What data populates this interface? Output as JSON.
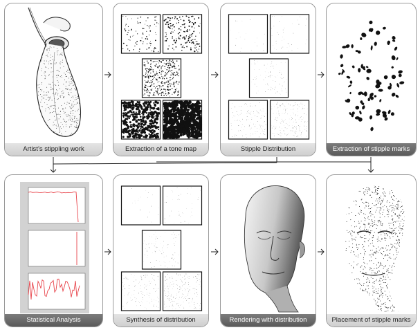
{
  "panels": {
    "artist_stippling": {
      "caption": "Artist’s stippling work",
      "style": "light"
    },
    "tone_map": {
      "caption": "Extraction of a tone map",
      "style": "light"
    },
    "stipple_distribution": {
      "caption": "Stipple Distribution",
      "style": "light"
    },
    "stipple_marks": {
      "caption": "Extraction of stipple marks",
      "style": "dark"
    },
    "statistical_analysis": {
      "caption": "Statistical Analysis",
      "style": "dark"
    },
    "synthesis": {
      "caption": "Synthesis of distribution",
      "style": "light"
    },
    "rendering": {
      "caption": "Rendering with distribution",
      "style": "dark"
    },
    "placement": {
      "caption": "Placement of stipple marks",
      "style": "light"
    }
  },
  "colors": {
    "caption_light": "#d8d8d8",
    "caption_dark": "#6a6a6a",
    "plot_line": "#e8434a",
    "panel_border": "#9a9a9a"
  },
  "icons": [
    "right-arrow-icon",
    "down-arrow-icon"
  ]
}
